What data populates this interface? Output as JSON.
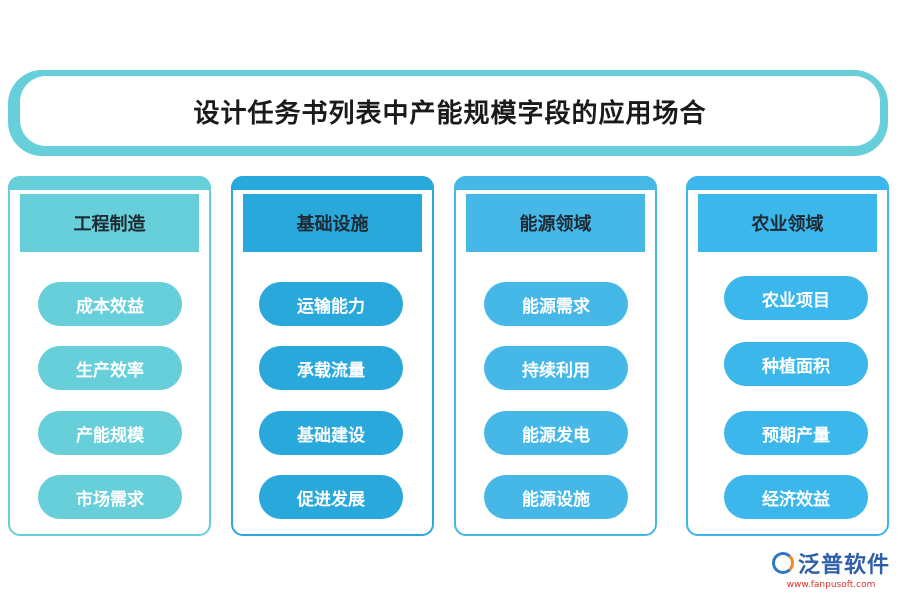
{
  "title": "设计任务书列表中产能规模字段的应用场合",
  "colors": {
    "teal": "#67cfd9",
    "blue_dark": "#29a8dc",
    "blue_mid": "#46b8e8",
    "blue_light": "#3bb7ec"
  },
  "columns": [
    {
      "header": "工程制造",
      "items": [
        "成本效益",
        "生产效率",
        "产能规模",
        "市场需求"
      ]
    },
    {
      "header": "基础设施",
      "items": [
        "运输能力",
        "承载流量",
        "基础建设",
        "促进发展"
      ]
    },
    {
      "header": "能源领域",
      "items": [
        "能源需求",
        "持续利用",
        "能源发电",
        "能源设施"
      ]
    },
    {
      "header": "农业领域",
      "items": [
        "农业项目",
        "种植面积",
        "预期产量",
        "经济效益"
      ]
    }
  ],
  "logo": {
    "name": "泛普软件",
    "url": "www.fanpusoft.com",
    "icon": "fanpu-logo-icon"
  }
}
